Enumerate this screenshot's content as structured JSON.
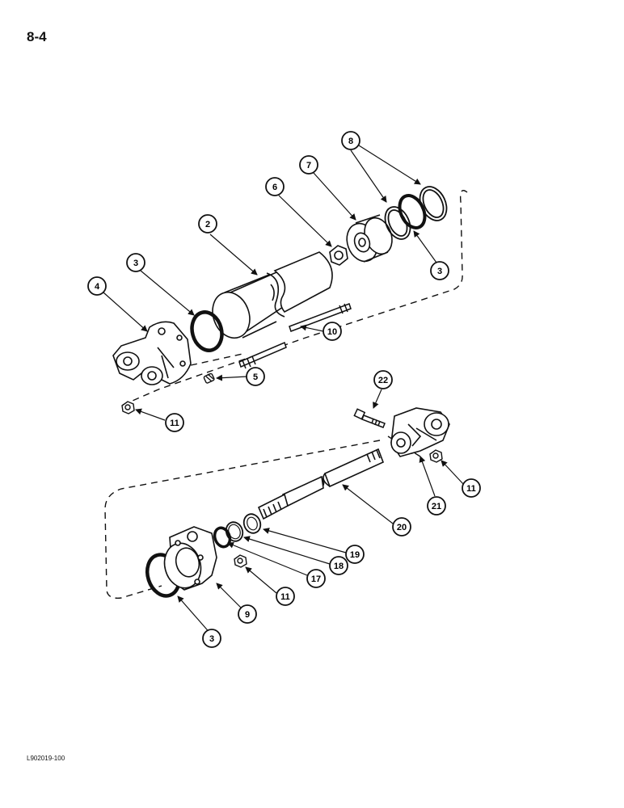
{
  "page_number": "8-4",
  "figure_id": "L902019-100",
  "callouts": {
    "c2": "2",
    "c3a": "3",
    "c3b": "3",
    "c3c": "3",
    "c4": "4",
    "c5": "5",
    "c6": "6",
    "c7": "7",
    "c8": "8",
    "c9": "9",
    "c10": "10",
    "c11a": "11",
    "c11b": "11",
    "c11c": "11",
    "c17": "17",
    "c18": "18",
    "c19": "19",
    "c20": "20",
    "c21": "21",
    "c22": "22"
  }
}
